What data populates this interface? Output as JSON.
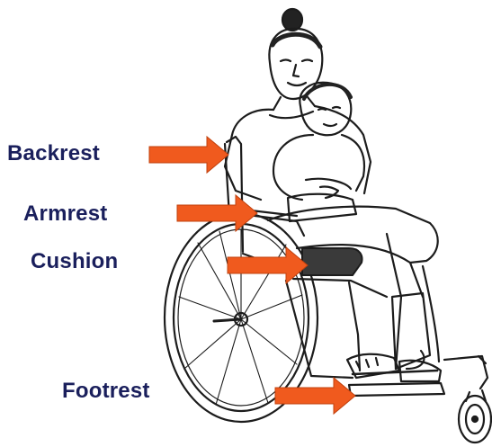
{
  "labels": {
    "backrest": "Backrest",
    "armrest": "Armrest",
    "cushion": "Cushion",
    "footrest": "Footrest"
  },
  "colors": {
    "label_text": "#1a1f5c",
    "arrow": "#f05a1e",
    "line": "#1c1c1c",
    "cushion": "#3a3a3a"
  },
  "figure": {
    "subject": "woman holding child seated in wheelchair"
  }
}
